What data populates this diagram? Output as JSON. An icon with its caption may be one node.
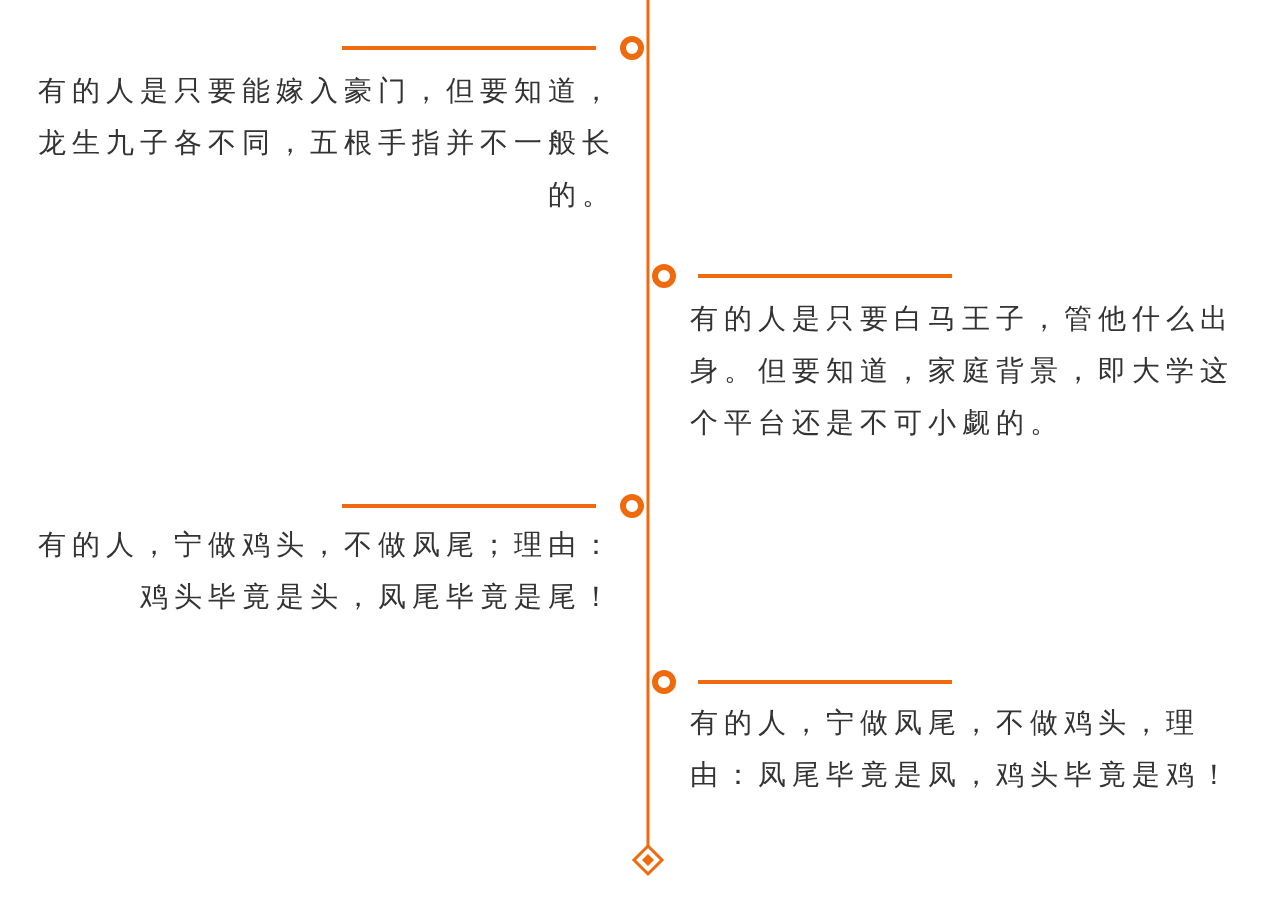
{
  "diagram": {
    "labels": [
      "有的人是只要能嫁入豪门，但要知道，龙生九子各不同，五根手指并不一般长的。",
      "有的人是只要白马王子，管他什么出身。但要知道，家庭背景，即大学这个平台还是不可小觑的。",
      "有的人，宁做鸡头，不做凤尾；理由：鸡头毕竟是头，凤尾毕竟是尾！",
      "有的人，宁做凤尾，不做鸡头，理由：凤尾毕竟是凤，鸡头毕竟是鸡！"
    ]
  }
}
